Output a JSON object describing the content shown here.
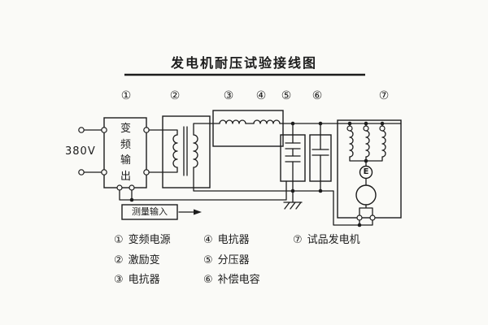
{
  "title": "发电机耐压试验接线图",
  "source_label": "380V",
  "converter_vertical_label": "变频输出",
  "measure_label": "测量输入",
  "exciter_label": "E",
  "component_numbers": [
    "①",
    "②",
    "③",
    "④",
    "⑤",
    "⑥",
    "⑦"
  ],
  "legend": [
    {
      "num": "①",
      "name": "变频电源"
    },
    {
      "num": "②",
      "name": "激励变"
    },
    {
      "num": "③",
      "name": "电抗器"
    },
    {
      "num": "④",
      "name": "电抗器"
    },
    {
      "num": "⑤",
      "name": "分压器"
    },
    {
      "num": "⑥",
      "name": "补偿电容"
    },
    {
      "num": "⑦",
      "name": "试品发电机"
    }
  ],
  "colors": {
    "ink": "#1c1c1c",
    "background": "#fafaf7"
  }
}
